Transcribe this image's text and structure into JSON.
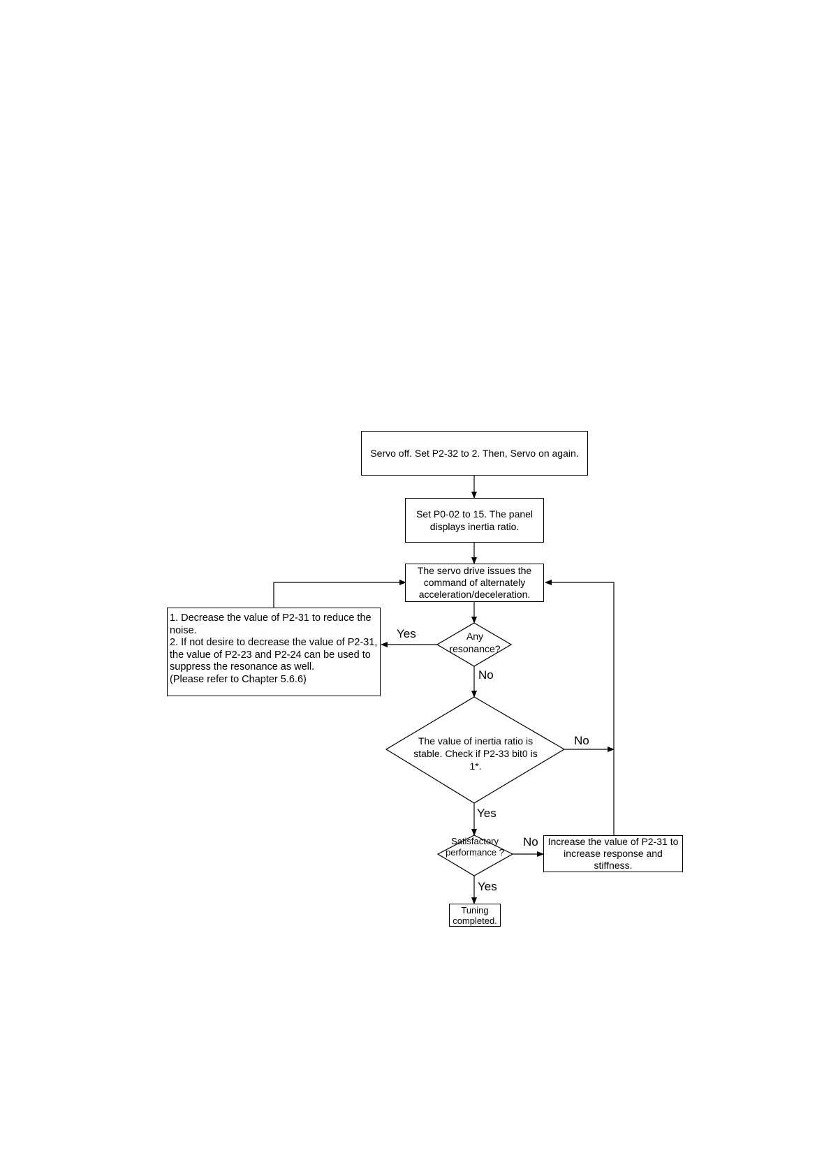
{
  "flowchart": {
    "step_servo_off": "Servo off. Set P2-32 to 2. Then, Servo on again.",
    "step_set_p0": "Set P0-02 to 15. The panel displays inertia ratio.",
    "step_issue_cmd": "The servo drive issues the command of alternately acceleration/deceleration.",
    "step_decrease": [
      "1. Decrease the value of P2-31 to reduce the noise.",
      "2. If not desire to decrease the value of P2-31, the value of P2-23 and P2-24 can be used to suppress the resonance as well.",
      "(Please refer to Chapter 5.6.6)"
    ],
    "decision_resonance": "Any resonance?",
    "decision_stable": "The value of inertia ratio is stable. Check if P2-33 bit0 is 1*.",
    "decision_performance": "Satisfactory performance ?",
    "step_increase": "Increase the value of P2-31 to increase response and stiffness.",
    "step_done": "Tuning completed.",
    "label_yes": "Yes",
    "label_no": "No"
  }
}
